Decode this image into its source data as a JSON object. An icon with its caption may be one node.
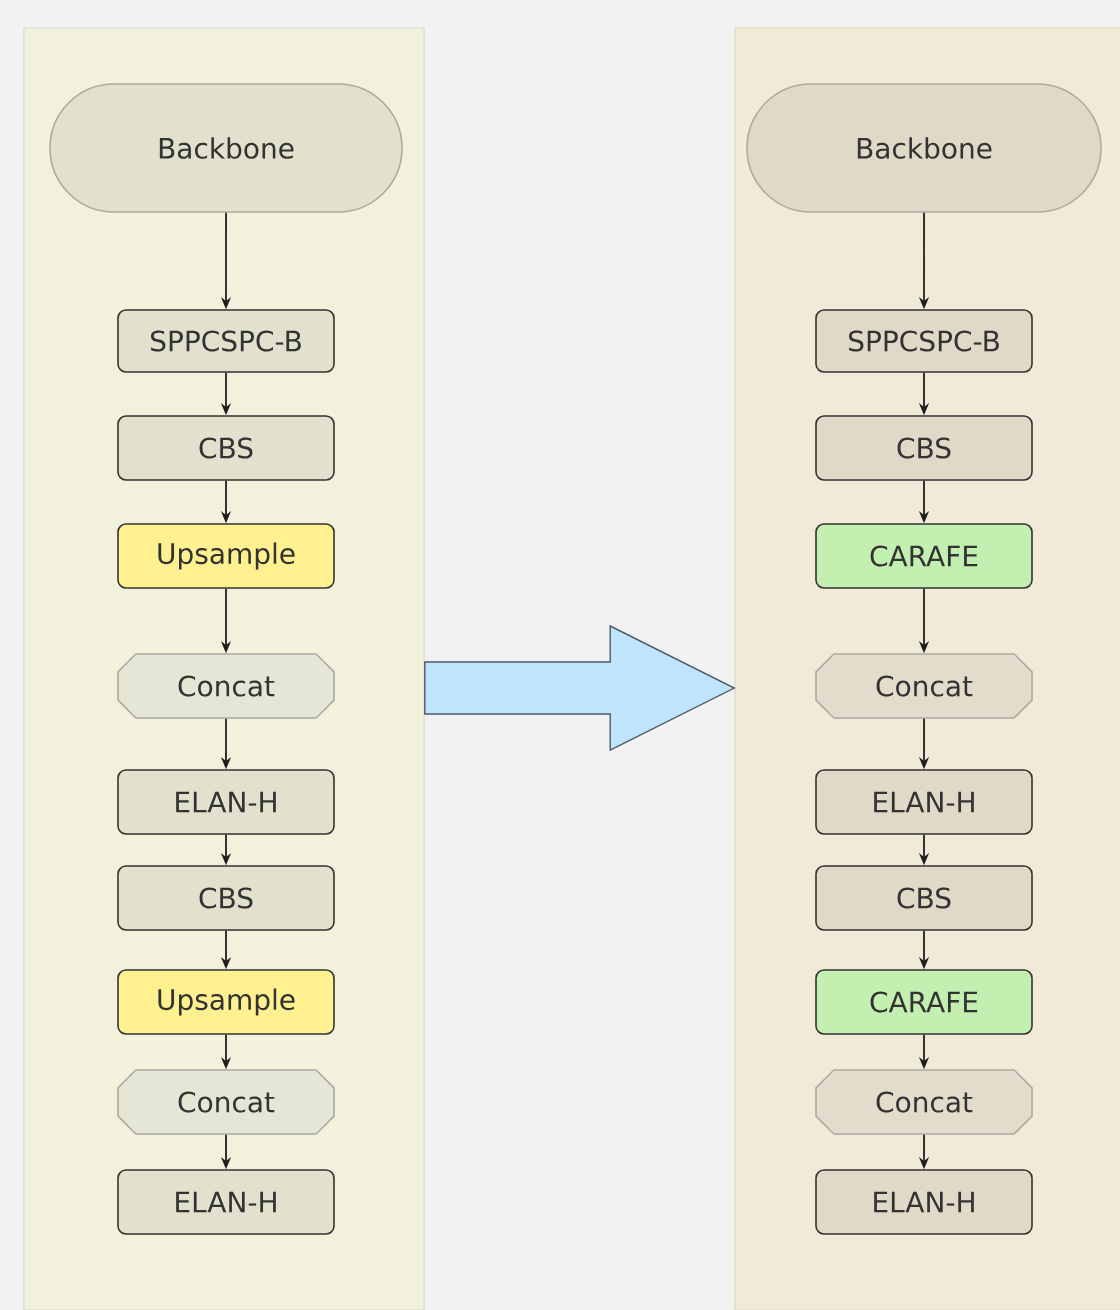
{
  "diagram": {
    "nodes": [
      {
        "text": [],
        "shape": "box"
      },
      {
        "text": [
          "Backbone"
        ],
        "in": 0
      },
      {
        "text": [
          "SPPCSPC-B"
        ],
        "in": 0
      },
      {
        "text": [
          "CBS"
        ],
        "in": 0
      },
      {
        "text": [
          "Upsample"
        ],
        "in": 0
      },
      {
        "text": [
          "Concat"
        ],
        "in": 0
      },
      {
        "text": [
          "ELAN-H"
        ],
        "in": 0
      },
      {
        "text": [
          "CBS"
        ],
        "in": 0
      },
      {
        "text": [
          "Upsample"
        ],
        "in": 0
      },
      {
        "text": [
          "Concat"
        ],
        "in": 0
      },
      {
        "text": [
          "ELAN-H"
        ],
        "in": 0
      },
      {
        "text": [],
        "shape": "box"
      },
      {
        "text": [
          "Backbone"
        ],
        "in": 11
      },
      {
        "text": [
          "SPPCSPC-B"
        ],
        "in": 11
      },
      {
        "text": [
          "CBS"
        ],
        "in": 11
      },
      {
        "text": [
          "CARAFE"
        ],
        "in": 11
      },
      {
        "text": [
          "Concat"
        ],
        "in": 11
      },
      {
        "text": [
          "ELAN-H"
        ],
        "in": 11
      },
      {
        "text": [
          "CBS"
        ],
        "in": 11
      },
      {
        "text": [
          "CARAFE"
        ],
        "in": 11
      },
      {
        "text": [
          "Concat"
        ],
        "in": 11
      },
      {
        "text": [
          "ELAN-H"
        ],
        "in": 11
      }
    ],
    "edges": [
      {
        "from": 1,
        "to": 2,
        "arrow": "to"
      },
      {
        "from": 2,
        "to": 3,
        "arrow": "to"
      },
      {
        "from": 3,
        "to": 4,
        "arrow": "to"
      },
      {
        "from": 4,
        "to": 5,
        "arrow": "to"
      },
      {
        "from": 5,
        "to": 6,
        "arrow": "to"
      },
      {
        "from": 6,
        "to": 7,
        "arrow": "to"
      },
      {
        "from": 7,
        "to": 8,
        "arrow": "to"
      },
      {
        "from": 8,
        "to": 9,
        "arrow": "to"
      },
      {
        "from": 9,
        "to": 10,
        "arrow": "to"
      },
      {
        "from": 12,
        "to": 13,
        "arrow": "to"
      },
      {
        "from": 13,
        "to": 14,
        "arrow": "to"
      },
      {
        "from": 14,
        "to": 15,
        "arrow": "to"
      },
      {
        "from": 15,
        "to": 16,
        "arrow": "to"
      },
      {
        "from": 16,
        "to": 17,
        "arrow": "to"
      },
      {
        "from": 17,
        "to": 18,
        "arrow": "to"
      },
      {
        "from": 18,
        "to": 19,
        "arrow": "to"
      },
      {
        "from": 19,
        "to": 20,
        "arrow": "to"
      },
      {
        "from": 20,
        "to": 21,
        "arrow": "to"
      },
      {
        "from": 0,
        "to": 11,
        "arrow": "to",
        "style": "thick",
        "color": "#bfe5fb"
      }
    ]
  }
}
